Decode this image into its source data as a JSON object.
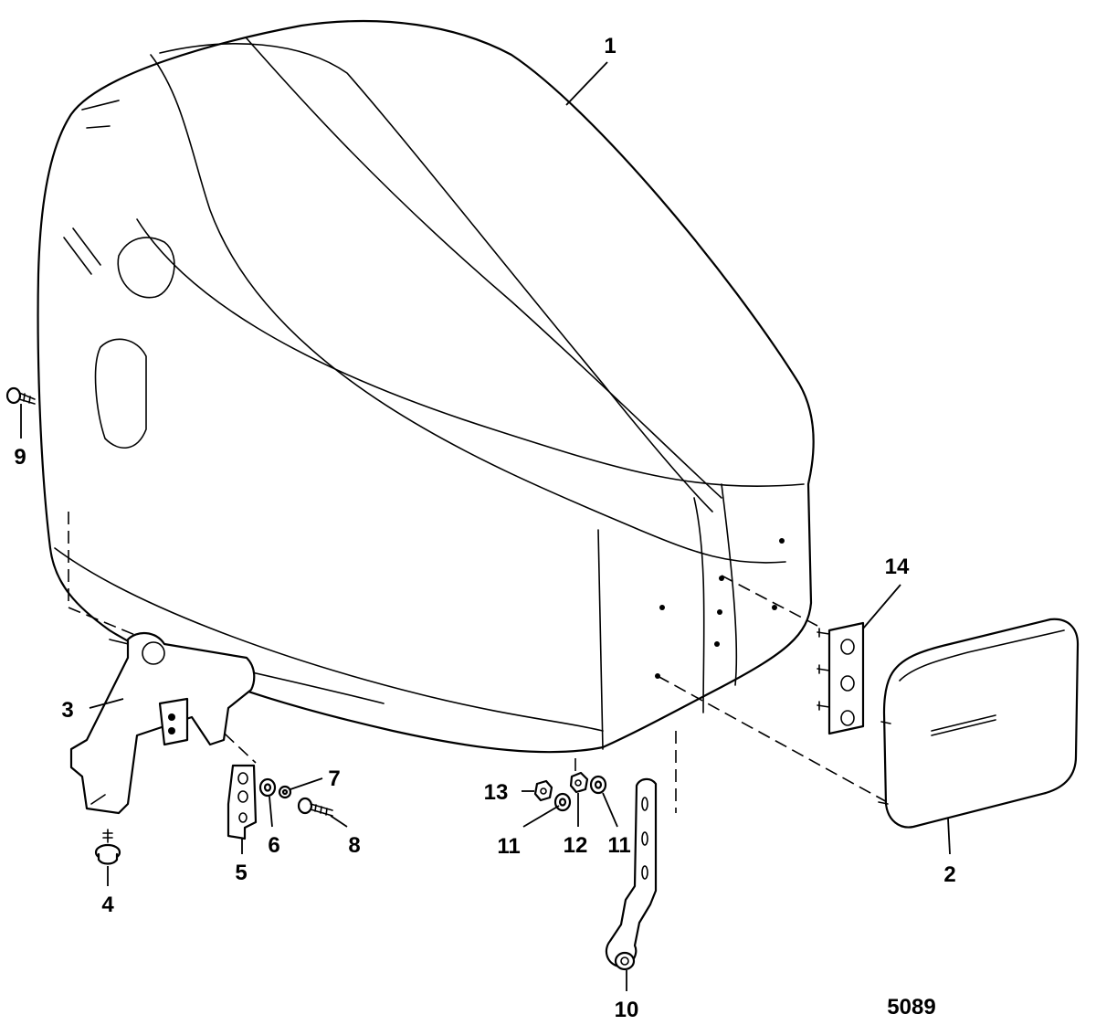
{
  "figure_number": "5089",
  "callouts": [
    {
      "id": "1",
      "text": "1",
      "part": "engine cowl (top cowl)"
    },
    {
      "id": "2",
      "text": "2",
      "part": "rear cover / trim panel"
    },
    {
      "id": "3",
      "text": "3",
      "part": "front latch bracket"
    },
    {
      "id": "4",
      "text": "4",
      "part": "grommet screw"
    },
    {
      "id": "5",
      "text": "5",
      "part": "latch plate"
    },
    {
      "id": "6",
      "text": "6",
      "part": "washer"
    },
    {
      "id": "7",
      "text": "7",
      "part": "lock washer"
    },
    {
      "id": "8",
      "text": "8",
      "part": "screw"
    },
    {
      "id": "9",
      "text": "9",
      "part": "screw"
    },
    {
      "id": "10",
      "text": "10",
      "part": "rear latch bracket"
    },
    {
      "id": "11a",
      "text": "11",
      "part": "washer"
    },
    {
      "id": "11b",
      "text": "11",
      "part": "washer"
    },
    {
      "id": "12",
      "text": "12",
      "part": "nut"
    },
    {
      "id": "13",
      "text": "13",
      "part": "nut"
    },
    {
      "id": "14",
      "text": "14",
      "part": "mounting plate with studs"
    }
  ]
}
